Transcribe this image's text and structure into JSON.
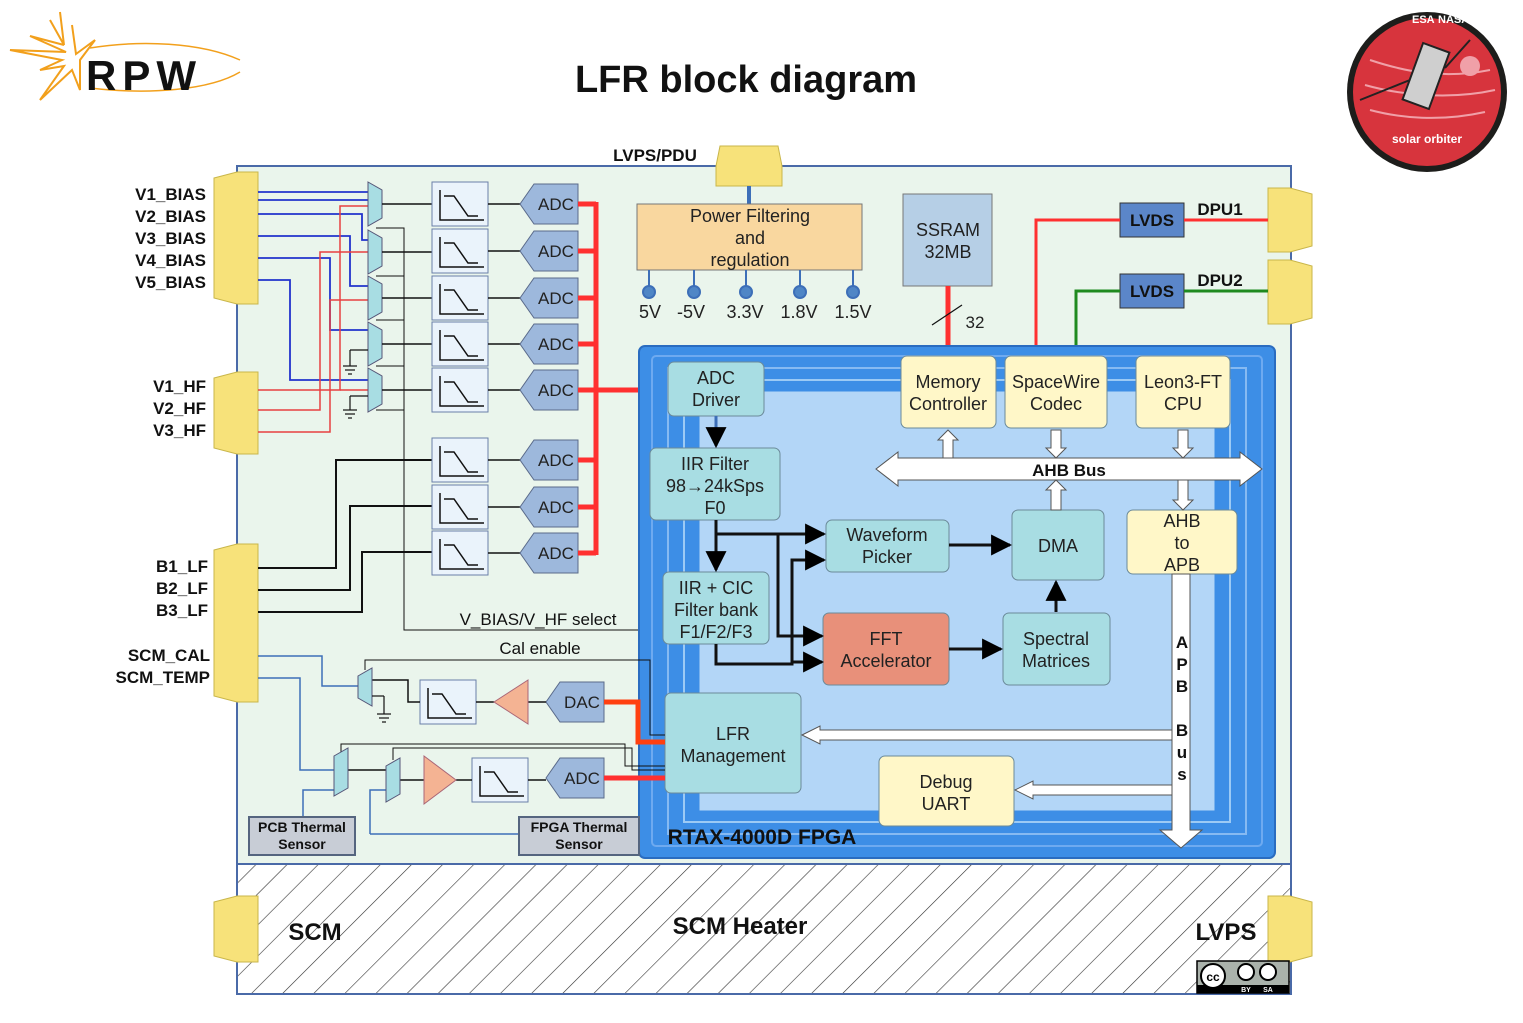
{
  "title": "LFR block diagram",
  "logo_left": {
    "text": "RPW"
  },
  "logo_right": {
    "top_left": "ESA",
    "top_right": "NASA",
    "bottom": "solar orbiter"
  },
  "inputs": {
    "bias": [
      "V1_BIAS",
      "V2_BIAS",
      "V3_BIAS",
      "V4_BIAS",
      "V5_BIAS"
    ],
    "hf": [
      "V1_HF",
      "V2_HF",
      "V3_HF"
    ],
    "lf": [
      "B1_LF",
      "B2_LF",
      "B3_LF"
    ],
    "scm": [
      "SCM_CAL",
      "SCM_TEMP"
    ]
  },
  "lvps_pdu": "LVPS/PDU",
  "power": {
    "line1": "Power Filtering",
    "line2": "and",
    "line3": "regulation",
    "rails": [
      "5V",
      "-5V",
      "3.3V",
      "1.8V",
      "1.5V"
    ]
  },
  "ssram": {
    "line1": "SSRAM",
    "line2": "32MB",
    "bus_width": "32"
  },
  "lvds": {
    "label": "LVDS",
    "dpu1": "DPU1",
    "dpu2": "DPU2"
  },
  "adc_label": "ADC",
  "dac_label": "DAC",
  "fpga": {
    "label": "RTAX-4000D FPGA",
    "adc_driver": [
      "ADC",
      "Driver"
    ],
    "iir_filter": [
      "IIR Filter",
      "98→24kSps",
      "F0"
    ],
    "iir_cic": [
      "IIR + CIC",
      "Filter bank",
      "F1/F2/F3"
    ],
    "waveform_picker": [
      "Waveform",
      "Picker"
    ],
    "fft": [
      "FFT",
      "Accelerator"
    ],
    "spectral": [
      "Spectral",
      "Matrices"
    ],
    "dma": "DMA",
    "memory_controller": [
      "Memory",
      "Controller"
    ],
    "spacewire": [
      "SpaceWire",
      "Codec"
    ],
    "leon": [
      "Leon3-FT",
      "CPU"
    ],
    "ahb_bus": "AHB Bus",
    "ahb_to_apb": [
      "AHB",
      "to",
      "APB"
    ],
    "apb_bus": [
      "A",
      "P",
      "B",
      "B",
      "u",
      "s"
    ],
    "lfr_management": [
      "LFR",
      "Management"
    ],
    "debug_uart": [
      "Debug",
      "UART"
    ]
  },
  "signals": {
    "vbias_select": "V_BIAS/V_HF select",
    "cal_enable": "Cal enable"
  },
  "sensors": {
    "pcb": [
      "PCB Thermal",
      "Sensor"
    ],
    "fpga": [
      "FPGA Thermal",
      "Sensor"
    ]
  },
  "bottom": {
    "scm": "SCM",
    "heater": "SCM Heater",
    "lvps": "LVPS"
  },
  "license": {
    "by": "BY",
    "sa": "SA",
    "cc": "cc"
  },
  "colors": {
    "fpga_blue": "#3d8ee6",
    "block_cyan": "#a8dde3",
    "block_yellow": "#fff7c8",
    "fft_orange": "#e8907a",
    "power_orange": "#f9d79f",
    "connector_yellow": "#f7e27a",
    "lvds_blue": "#5b86c9",
    "bus_red": "#ff3030",
    "dpu2_green": "#1f8a1f"
  }
}
